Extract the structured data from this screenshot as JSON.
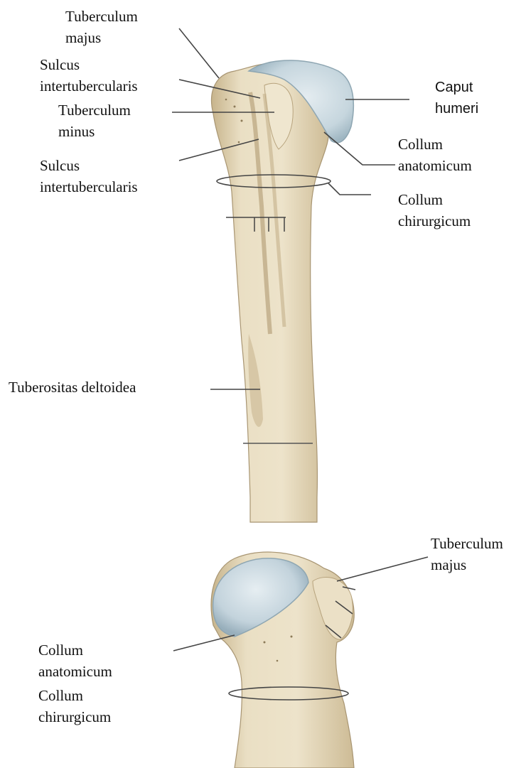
{
  "colors": {
    "bone": "#e8dcc0",
    "bone_shadow": "#c9b894",
    "bone_dark": "#a89572",
    "cartilage": "#c9d8df",
    "cartilage_edge": "#8ea6b2",
    "leader": "#444444",
    "text": "#111111"
  },
  "anterior_view": {
    "labels": {
      "tuberculum_majus": [
        "Tuberculum",
        "majus"
      ],
      "sulcus_intertubercularis_upper": [
        "Sulcus",
        "intertubercularis"
      ],
      "tuberculum_minus": [
        "Tuberculum",
        "minus"
      ],
      "sulcus_intertubercularis_lower": [
        "Sulcus",
        "intertubercularis"
      ],
      "caput_humeri": [
        "Caput",
        "humeri"
      ],
      "collum_anatomicum": [
        "Collum",
        "anatomicum"
      ],
      "collum_chirurgicum": [
        "Collum",
        "chirurgicum"
      ],
      "tuberositas_deltoidea": [
        "Tuberositas deltoidea"
      ]
    }
  },
  "superior_view": {
    "labels": {
      "tuberculum_majus": [
        "Tuberculum",
        "majus"
      ],
      "collum_anatomicum": [
        "Collum",
        "anatomicum"
      ],
      "collum_chirurgicum": [
        "Collum",
        "chirurgicum"
      ]
    }
  }
}
